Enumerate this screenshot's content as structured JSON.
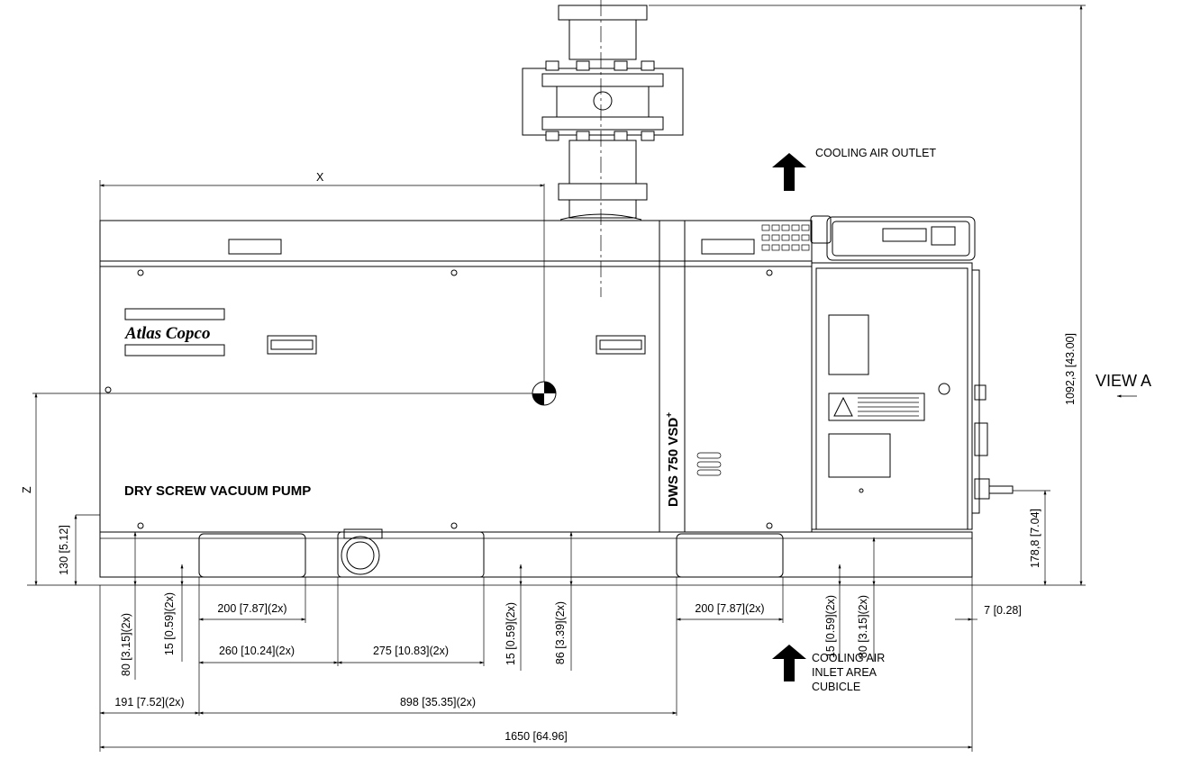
{
  "labels": {
    "cooling_air_outlet": "COOLING AIR OUTLET",
    "cooling_air_inlet_1": "COOLING AIR",
    "cooling_air_inlet_2": "INLET AREA",
    "cooling_air_inlet_3": "CUBICLE",
    "view_a": "VIEW A",
    "product_title": "DRY SCREW VACUUM PUMP",
    "model": "DWS 750 VSD",
    "model_sup": "+",
    "brand": "Atlas Copco",
    "x_label": "X",
    "z_label": "Z"
  },
  "dimensions": {
    "overall_height": "1092,3 [43.00]",
    "outlet_height": "178,8 [7.04]",
    "base_height": "130 [5.12]",
    "foot_height_left": "80 [3.15](2x)",
    "foot_offset_left": "15 [0.59](2x)",
    "foot_width_left": "200 [7.87](2x)",
    "foot_spacing_260": "260 [10.24](2x)",
    "foot_spacing_275": "275 [10.83](2x)",
    "foot_offset_mid": "15 [0.59](2x)",
    "foot_height_86": "86 [3.39](2x)",
    "foot_width_right": "200 [7.87](2x)",
    "foot_offset_right": "15 [0.59](2x)",
    "foot_height_right": "80 [3.15](2x)",
    "edge_offset": "7 [0.28]",
    "left_offset_191": "191 [7.52](2x)",
    "foot_span_898": "898 [35.35](2x)",
    "overall_length": "1650 [64.96]"
  }
}
